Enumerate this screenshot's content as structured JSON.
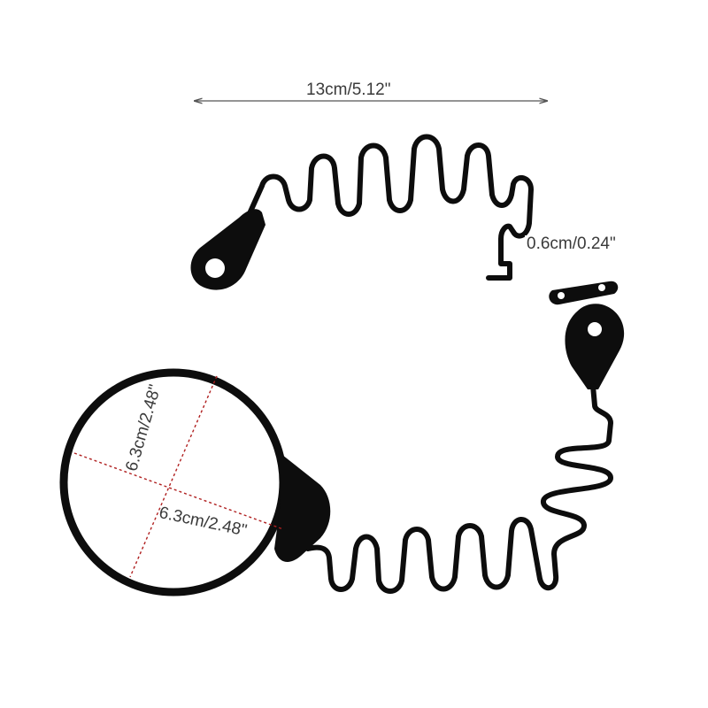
{
  "product_photo": {
    "description_icon": "coiled-tether-with-ring-icon",
    "colors": {
      "tether": "#0d0d0d",
      "dimension_line": "#555555",
      "diameter_guides": "#b02020",
      "background": "#ffffff"
    },
    "dimensions": {
      "overall_length": "13cm/5.12\"",
      "hole_size": "0.6cm/0.24\"",
      "ring_diameter_vertical": "6.3cm/2.48\"",
      "ring_diameter_horizontal": "6.3cm/2.48\""
    }
  }
}
